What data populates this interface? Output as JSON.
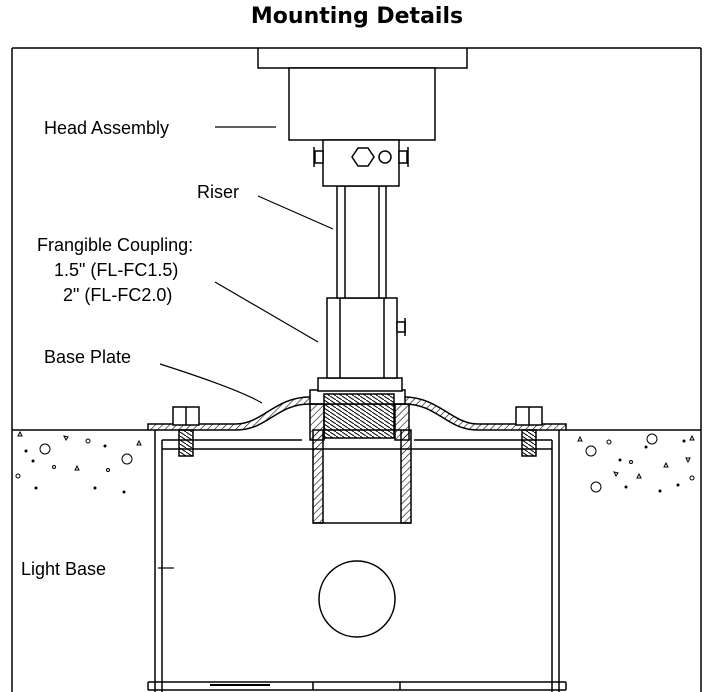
{
  "title": "Mounting Details",
  "labels": {
    "head_assembly": "Head Assembly",
    "riser": "Riser",
    "coupling_title": "Frangible Coupling:",
    "coupling_15": "1.5\" (FL-FC1.5)",
    "coupling_20": "2\" (FL-FC2.0)",
    "base_plate": "Base Plate",
    "light_base": "Light Base"
  }
}
